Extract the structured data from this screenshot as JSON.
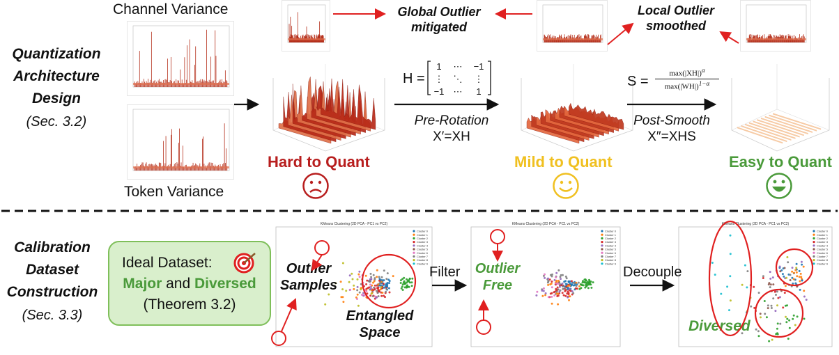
{
  "top": {
    "section_title": [
      "Quantization",
      "Architecture",
      "Design"
    ],
    "section_ref": "(Sec. 3.2)",
    "channel_variance": "Channel Variance",
    "token_variance": "Token Variance",
    "global_outlier": [
      "Global Outlier",
      "mitigated"
    ],
    "local_outlier": [
      "Local Outlier",
      "smoothed"
    ],
    "h_lhs": "H =",
    "h_matrix": [
      "1",
      "⋯",
      "−1",
      "⋮",
      "⋱",
      "⋮",
      "−1",
      "⋯",
      "1"
    ],
    "pre_rotation": "Pre-Rotation",
    "x_prime": "X′=XH",
    "s_lhs": "S =",
    "s_num": "max(|XH|)",
    "s_num_exp": "α",
    "s_den": "max(|WH|)",
    "s_den_exp": "1−α",
    "post_smooth": "Post-Smooth",
    "x_dprime": "X″=XHS",
    "hard": "Hard to Quant",
    "mild": "Mild to Quant",
    "easy": "Easy to Quant"
  },
  "bottom": {
    "section_title": [
      "Calibration",
      "Dataset",
      "Construction"
    ],
    "section_ref": "(Sec. 3.3)",
    "ideal_line1": "Ideal Dataset:",
    "ideal_major": "Major",
    "ideal_and": "and",
    "ideal_diversed": "Diversed",
    "ideal_theorem": "(Theorem 3.2)",
    "outlier_samples": [
      "Outlier",
      "Samples"
    ],
    "entangled_space": [
      "Entangled",
      "Space"
    ],
    "filter": "Filter",
    "outlier_free": [
      "Outlier",
      "Free"
    ],
    "decouple": "Decouple",
    "diversed": "Diversed",
    "plot_title": "KMeans Clustering (2D PCA - PC1 vs PC2)",
    "clusters": [
      "Cluster 0",
      "Cluster 1",
      "Cluster 2",
      "Cluster 3",
      "Cluster 4",
      "Cluster 5",
      "Cluster 6",
      "Cluster 7",
      "Cluster 8",
      "Cluster 9"
    ]
  },
  "colors": {
    "red": "#e02020",
    "hard": "#b81e1e",
    "mild": "#f0c020",
    "easy": "#4a9a3a",
    "green_text": "#4a9a3a",
    "cluster_palette": [
      "#1f77b4",
      "#ff7f0e",
      "#2ca02c",
      "#d62728",
      "#9467bd",
      "#8c564b",
      "#e377c2",
      "#7f7f7f",
      "#bcbd22",
      "#17becf"
    ]
  },
  "icons": [
    "sad-face-icon",
    "smile-face-icon",
    "grin-face-icon",
    "target-icon"
  ]
}
